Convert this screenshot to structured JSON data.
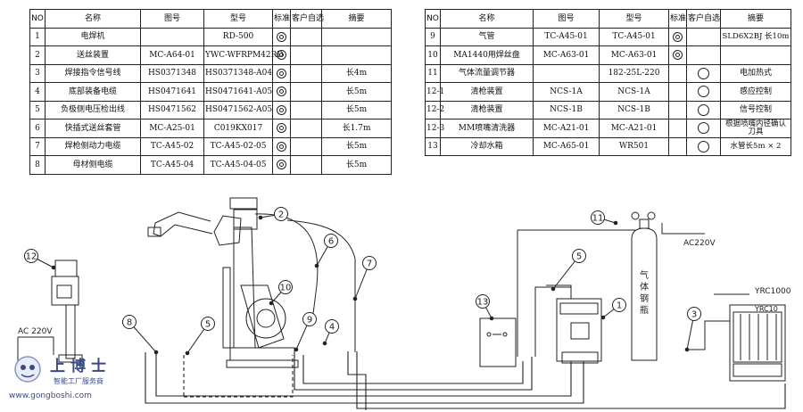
{
  "headers": {
    "no": "NO",
    "name": "名称",
    "drawing": "图号",
    "model": "型号",
    "standard": "标准",
    "optional": "客户自选",
    "summary": "摘要"
  },
  "left_rows": [
    {
      "no": "1",
      "name": "电焊机",
      "drawing": "",
      "model": "RD-500",
      "std": true,
      "opt": false,
      "summary": ""
    },
    {
      "no": "2",
      "name": "送丝装置",
      "drawing": "MC-A64-01",
      "model": "YWC-WFRPM42RD",
      "std": true,
      "opt": false,
      "summary": ""
    },
    {
      "no": "3",
      "name": "焊接指令信号线",
      "drawing": "HS0371348",
      "model": "HS0371348-A04",
      "std": true,
      "opt": false,
      "summary": "长4m"
    },
    {
      "no": "4",
      "name": "底部装备电缆",
      "drawing": "HS0471641",
      "model": "HS0471641-A05",
      "std": true,
      "opt": false,
      "summary": "长5m"
    },
    {
      "no": "5",
      "name": "负极侧电压检出线",
      "drawing": "HS0471562",
      "model": "HS0471562-A05",
      "std": true,
      "opt": false,
      "summary": "长5m"
    },
    {
      "no": "6",
      "name": "快插式送丝套管",
      "drawing": "MC-A25-01",
      "model": "C019KX017",
      "std": true,
      "opt": false,
      "summary": "长1.7m"
    },
    {
      "no": "7",
      "name": "焊枪侧动力电缆",
      "drawing": "TC-A45-02",
      "model": "TC-A45-02-05",
      "std": true,
      "opt": false,
      "summary": "长5m"
    },
    {
      "no": "8",
      "name": "母材侧电缆",
      "drawing": "TC-A45-04",
      "model": "TC-A45-04-05",
      "std": true,
      "opt": false,
      "summary": "长5m"
    }
  ],
  "right_rows": [
    {
      "no": "9",
      "name": "气管",
      "drawing": "TC-A45-01",
      "model": "TC-A45-01",
      "std": true,
      "opt": false,
      "summary": "SLD6X2BJ 长10m"
    },
    {
      "no": "10",
      "name": "MA1440用焊丝盘",
      "drawing": "MC-A63-01",
      "model": "MC-A63-01",
      "std": true,
      "opt": false,
      "summary": ""
    },
    {
      "no": "11",
      "name": "气体流量调节器",
      "drawing": "",
      "model": "182-25L-220",
      "std": false,
      "opt": true,
      "summary": "电加热式"
    },
    {
      "no": "12-1",
      "name": "清枪装置",
      "drawing": "NCS-1A",
      "model": "NCS-1A",
      "std": false,
      "opt": true,
      "summary": "感应控制"
    },
    {
      "no": "12-2",
      "name": "清枪装置",
      "drawing": "NCS-1B",
      "model": "NCS-1B",
      "std": false,
      "opt": true,
      "summary": "信号控制"
    },
    {
      "no": "12-3",
      "name": "MM喷嘴清洗器",
      "drawing": "MC-A21-01",
      "model": "MC-A21-01",
      "std": false,
      "opt": true,
      "summary": "根据喷嘴内径确认刀具"
    },
    {
      "no": "13",
      "name": "冷却水箱",
      "drawing": "MC-A65-01",
      "model": "WR501",
      "std": false,
      "opt": true,
      "summary": "水管长5m × 2"
    }
  ],
  "diagram": {
    "callouts": [
      "1",
      "2",
      "3",
      "4",
      "5",
      "6",
      "7",
      "8",
      "9",
      "10",
      "11",
      "12",
      "13",
      "5"
    ],
    "ac_left": "AC 220V",
    "ac_right": "AC220V",
    "cylinder_label": "气体钢瓶",
    "controller_label": "YRC1000",
    "controller_label2": "YRC10"
  },
  "watermark": {
    "title": "上博士",
    "subtitle": "智能工厂服务商",
    "url": "www.gongboshi.com"
  }
}
